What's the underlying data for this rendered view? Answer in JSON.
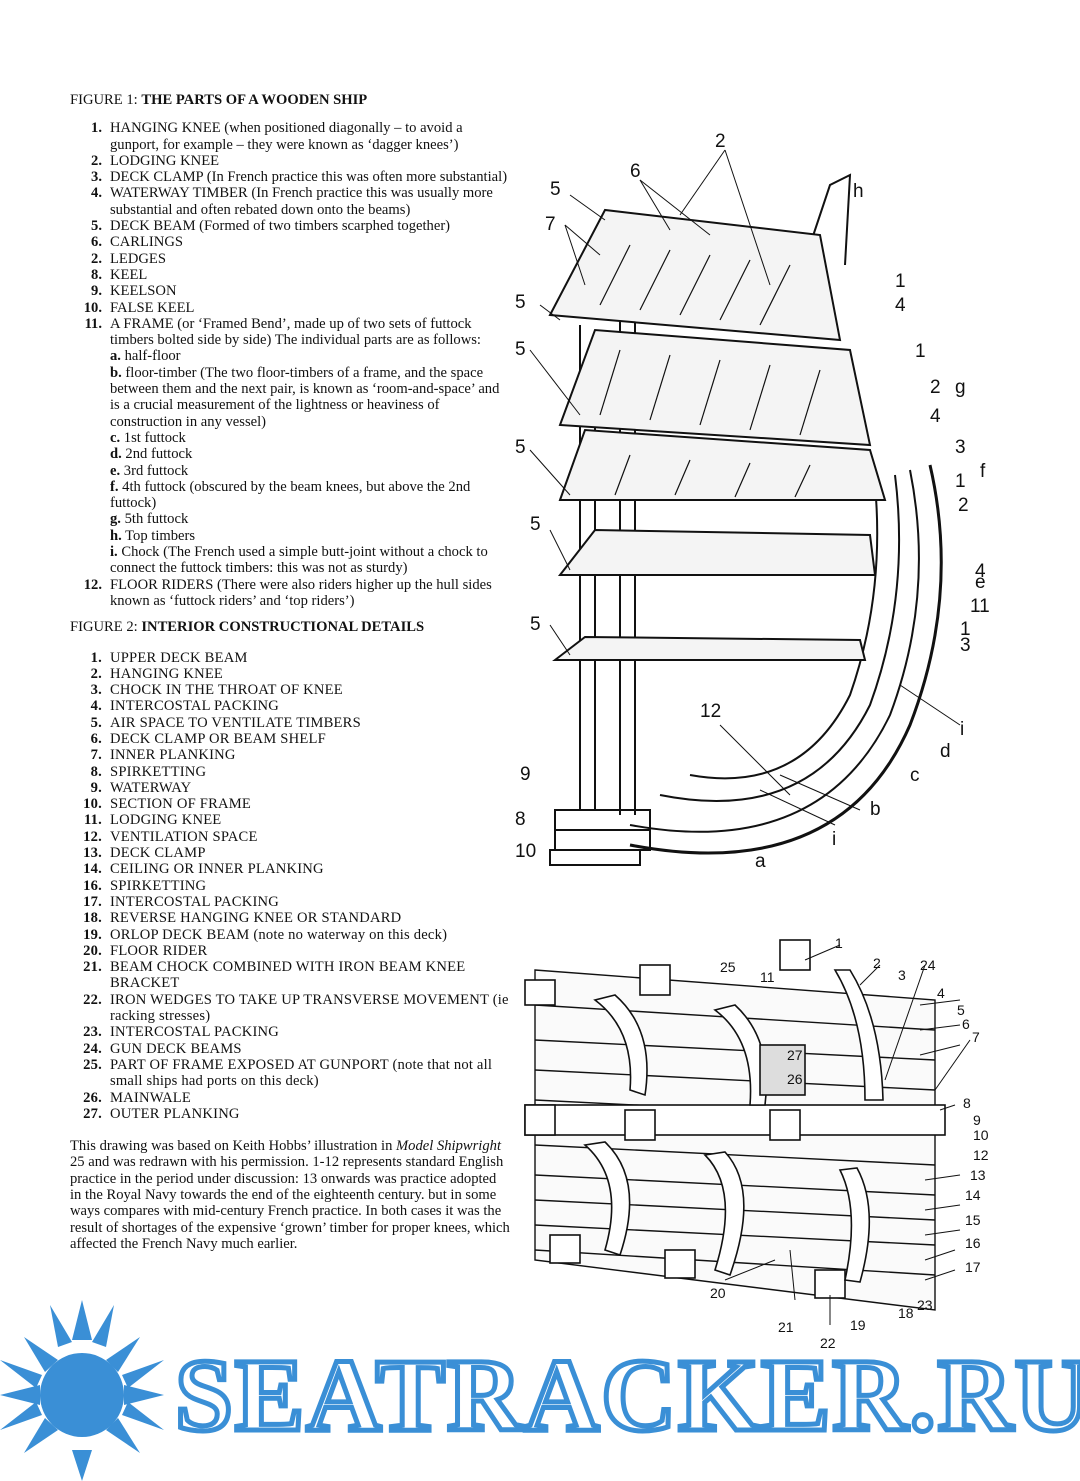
{
  "figure1": {
    "prefix": "FIGURE 1: ",
    "title": "THE PARTS OF A WOODEN SHIP",
    "items": [
      {
        "num": "1.",
        "text": "HANGING KNEE (when positioned diagonally – to avoid a gunport, for example – they were known as ‘dagger knees’)"
      },
      {
        "num": "2.",
        "text": "LODGING KNEE"
      },
      {
        "num": "3.",
        "text": "DECK CLAMP (In French practice this was often more substantial)"
      },
      {
        "num": "4.",
        "text": "WATERWAY TIMBER (In French practice this was usually more substantial and often rebated down onto the beams)"
      },
      {
        "num": "5.",
        "text": "DECK BEAM (Formed of two timbers scarphed together)"
      },
      {
        "num": "6.",
        "text": "CARLINGS"
      },
      {
        "num": "2.",
        "text": "LEDGES"
      },
      {
        "num": "8.",
        "text": "KEEL"
      },
      {
        "num": "9.",
        "text": "KEELSON"
      },
      {
        "num": "10.",
        "text": "FALSE KEEL"
      },
      {
        "num": "11.",
        "text": "A FRAME (or ‘Framed Bend’, made up of two sets of futtock timbers bolted side by side) The individual parts are as follows:"
      }
    ],
    "frame_parts": [
      {
        "letter": "a.",
        "text": " half-floor"
      },
      {
        "letter": "b.",
        "text": " floor-timber (The two floor-timbers of a frame, and the space between them and the next pair, is known as ‘room-and-space’ and is a crucial measurement of the lightness or heaviness of construction in any vessel)"
      },
      {
        "letter": "c.",
        "text": " 1st futtock"
      },
      {
        "letter": "d.",
        "text": " 2nd futtock"
      },
      {
        "letter": "e.",
        "text": " 3rd futtock"
      },
      {
        "letter": "f.",
        "text": " 4th futtock (obscured by the beam knees, but above the 2nd futtock)"
      },
      {
        "letter": "g.",
        "text": " 5th futtock"
      },
      {
        "letter": "h.",
        "text": " Top timbers"
      },
      {
        "letter": "i.",
        "text": " Chock (The French used a simple butt-joint without a chock to connect the futtock timbers: this was not as sturdy)"
      }
    ],
    "last_item": {
      "num": "12.",
      "text": "FLOOR RIDERS (There were also riders higher up the hull sides known as ‘futtock riders’ and ‘top riders’)"
    }
  },
  "figure2": {
    "prefix": "FIGURE 2: ",
    "title": "INTERIOR CONSTRUCTIONAL DETAILS",
    "items": [
      {
        "num": "1.",
        "text": "UPPER DECK BEAM"
      },
      {
        "num": "2.",
        "text": "HANGING KNEE"
      },
      {
        "num": "3.",
        "text": "CHOCK IN THE THROAT OF KNEE"
      },
      {
        "num": "4.",
        "text": "INTERCOSTAL PACKING"
      },
      {
        "num": "5.",
        "text": "AIR SPACE TO VENTILATE TIMBERS"
      },
      {
        "num": "6.",
        "text": "DECK CLAMP OR BEAM SHELF"
      },
      {
        "num": "7.",
        "text": "INNER PLANKING"
      },
      {
        "num": "8.",
        "text": "SPIRKETTING"
      },
      {
        "num": "9.",
        "text": "WATERWAY"
      },
      {
        "num": "10.",
        "text": "SECTION OF FRAME"
      },
      {
        "num": "11.",
        "text": "LODGING KNEE"
      },
      {
        "num": "12.",
        "text": "VENTILATION SPACE"
      },
      {
        "num": "13.",
        "text": "DECK CLAMP"
      },
      {
        "num": "14.",
        "text": "CEILING OR INNER PLANKING"
      },
      {
        "num": "16.",
        "text": "SPIRKETTING"
      },
      {
        "num": "17.",
        "text": "INTERCOSTAL PACKING"
      },
      {
        "num": "18.",
        "text": "REVERSE HANGING KNEE OR STANDARD"
      },
      {
        "num": "19.",
        "text": "ORLOP DECK BEAM (note no waterway on this deck)"
      },
      {
        "num": "20.",
        "text": "FLOOR RIDER"
      },
      {
        "num": "21.",
        "text": "BEAM CHOCK COMBINED WITH IRON BEAM KNEE BRACKET"
      },
      {
        "num": "22.",
        "text": "IRON WEDGES TO TAKE UP TRANSVERSE MOVEMENT (ie racking stresses)"
      },
      {
        "num": "23.",
        "text": "INTERCOSTAL PACKING"
      },
      {
        "num": "24.",
        "text": "GUN DECK BEAMS"
      },
      {
        "num": "25.",
        "text": "PART OF FRAME EXPOSED AT GUNPORT (note that not all small ships had ports on this deck)"
      },
      {
        "num": "26.",
        "text": "MAINWALE"
      },
      {
        "num": "27.",
        "text": "OUTER PLANKING"
      }
    ]
  },
  "credit": {
    "part1": "This drawing was based on Keith Hobbs’ illustration in ",
    "italic": "Model Shipwright",
    "part2": " 25 and was redrawn with his permission. 1-12 represents standard English practice in the period under discussion: 13 onwards was practice adopted in the Royal Navy towards the end of the eighteenth century. but in some ways compares with mid-century French practice. In both cases it was the result of shortages of the expensive ‘grown’ timber for proper knees, which affected the French Navy much earlier."
  },
  "diagram1_labels": [
    "2",
    "6",
    "5",
    "h",
    "7",
    "1",
    "4",
    "5",
    "5",
    "1",
    "2",
    "g",
    "4",
    "5",
    "3",
    "f",
    "1",
    "2",
    "5",
    "4",
    "e",
    "11",
    "5",
    "1",
    "3",
    "12",
    "i",
    "d",
    "9",
    "c",
    "b",
    "8",
    "i",
    "10",
    "a"
  ],
  "diagram2_labels": [
    "1",
    "2",
    "24",
    "25",
    "11",
    "3",
    "4",
    "5",
    "6",
    "7",
    "27",
    "26",
    "8",
    "9",
    "10",
    "12",
    "13",
    "14",
    "15",
    "16",
    "17",
    "20",
    "23",
    "18",
    "19",
    "21",
    "22"
  ],
  "watermark": "SEATRACKER.RU",
  "colors": {
    "watermark": "#3a8fd6",
    "ink": "#111111",
    "paper": "#ffffff"
  }
}
